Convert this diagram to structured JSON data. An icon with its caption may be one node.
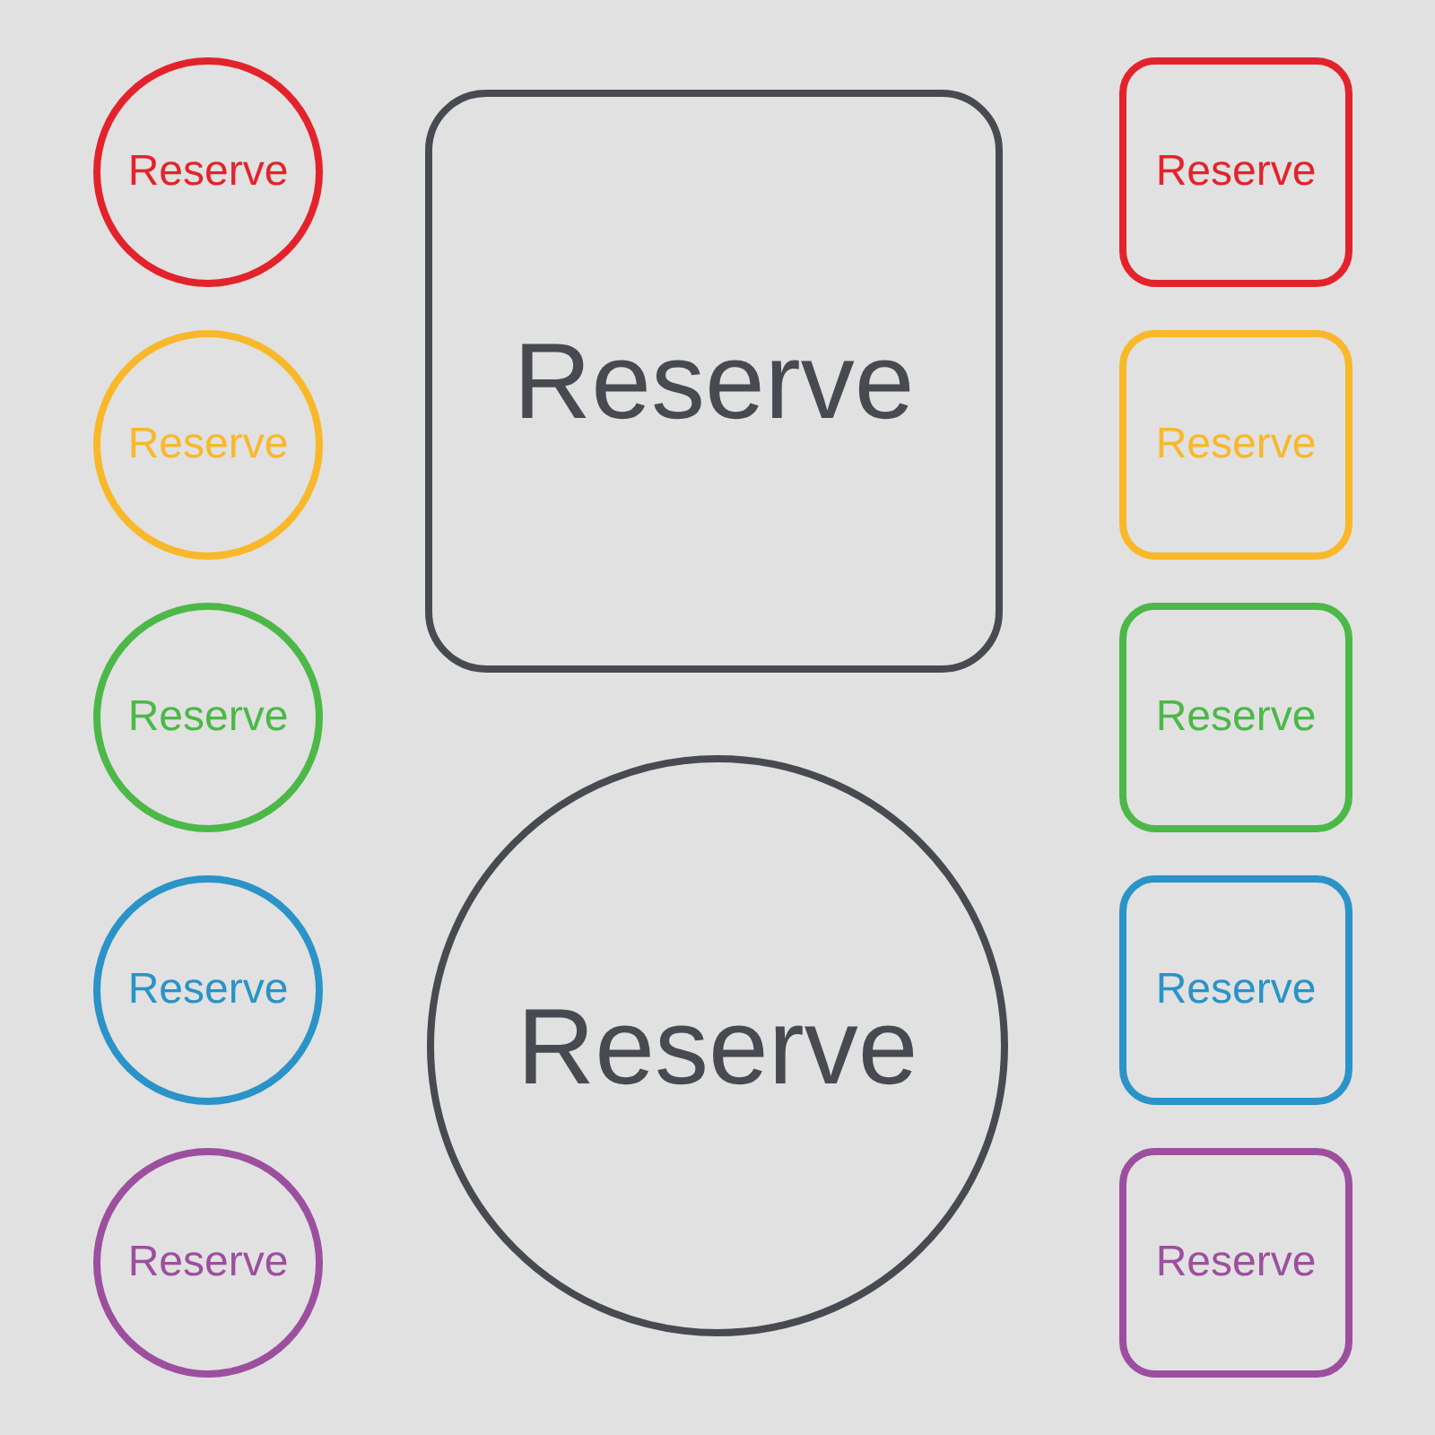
{
  "diagram": {
    "nodes": [
      {
        "text": [
          "Reserve"
        ]
      },
      {
        "text": [
          "Reserve"
        ]
      },
      {
        "text": [
          "Reserve"
        ]
      },
      {
        "text": [
          "Reserve"
        ]
      },
      {
        "text": [
          "Reserve"
        ]
      },
      {
        "text": [
          "Reserve"
        ]
      },
      {
        "text": [
          "Reserve"
        ]
      },
      {
        "text": [
          "Reserve"
        ]
      },
      {
        "text": [
          "Reserve"
        ]
      },
      {
        "text": [
          "Reserve"
        ]
      },
      {
        "text": [
          "Reserve"
        ]
      },
      {
        "text": [
          "Reserve"
        ]
      }
    ]
  }
}
